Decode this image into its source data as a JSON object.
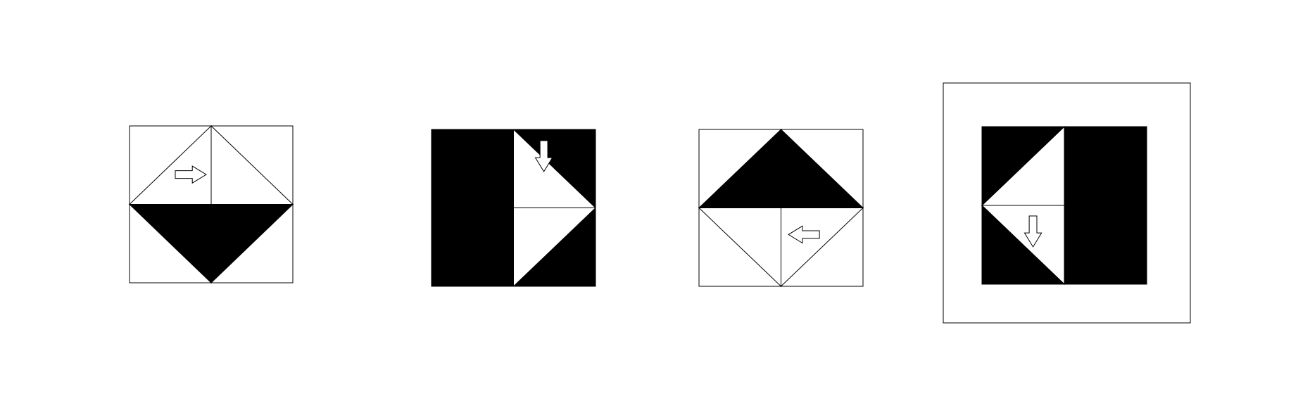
{
  "figure": {
    "panels": [
      {
        "cells": {
          "top-left": {
            "type": "diamond-quadrant",
            "corner": "bottom-right",
            "fill": "white",
            "arrow": "right"
          },
          "top-right": {
            "type": "diamond-quadrant",
            "corner": "bottom-left",
            "fill": "white",
            "arrow": null
          },
          "bottom-left": {
            "type": "diamond-quadrant",
            "corner": "top-right",
            "fill": "black",
            "arrow": null
          },
          "bottom-right": {
            "type": "diamond-quadrant",
            "corner": "top-left",
            "fill": "black",
            "arrow": null
          }
        },
        "has_outer_frame": false
      },
      {
        "cells": {
          "top-left": {
            "type": "solid",
            "fill": "black",
            "arrow": null
          },
          "top-right": {
            "type": "half-triangle",
            "fill": "black",
            "arrow": "down"
          },
          "bottom-left": {
            "type": "solid",
            "fill": "black",
            "arrow": null
          },
          "bottom-right": {
            "type": "half-triangle",
            "fill": "black",
            "arrow": null
          }
        },
        "has_outer_frame": false
      },
      {
        "cells": {
          "top-left": {
            "type": "diamond-quadrant",
            "corner": "bottom-right",
            "fill": "black",
            "arrow": null
          },
          "top-right": {
            "type": "diamond-quadrant",
            "corner": "bottom-left",
            "fill": "black",
            "arrow": null
          },
          "bottom-left": {
            "type": "diamond-quadrant",
            "corner": "top-right",
            "fill": "white",
            "arrow": null
          },
          "bottom-right": {
            "type": "diamond-quadrant",
            "corner": "top-left",
            "fill": "white",
            "arrow": "left"
          }
        },
        "has_outer_frame": false
      },
      {
        "cells": {
          "top-left": {
            "type": "diamond-quadrant",
            "corner": "bottom-right",
            "fill": "white",
            "arrow": null
          },
          "top-right": {
            "type": "solid",
            "fill": "black",
            "arrow": null
          },
          "bottom-left": {
            "type": "diamond-quadrant",
            "corner": "top-right",
            "fill": "white",
            "arrow": "down"
          },
          "bottom-right": {
            "type": "solid",
            "fill": "black",
            "arrow": null
          }
        },
        "has_outer_frame": true
      }
    ],
    "colors": {
      "black": "#000000",
      "white": "#ffffff",
      "stroke": "#000000"
    }
  }
}
